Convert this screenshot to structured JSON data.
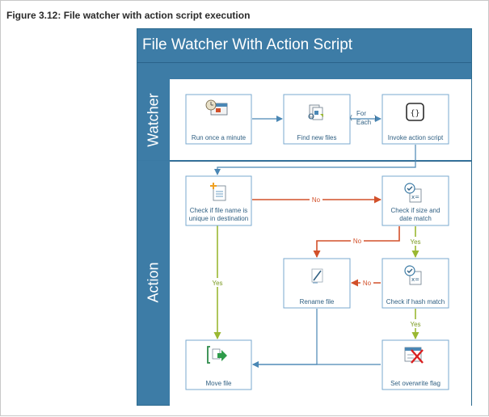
{
  "caption": "Figure 3.12: File watcher with action script execution",
  "diagram": {
    "title": "File Watcher With Action Script",
    "lanes": {
      "watcher": "Watcher",
      "action": "Action"
    },
    "nodes": {
      "run_once": "Run once a minute",
      "find_new": "Find new files",
      "invoke": "Invoke action script",
      "check_unique_1": "Check if file name is",
      "check_unique_2": "unique in destination",
      "check_size_1": "Check if size and",
      "check_size_2": "date match",
      "rename": "Rename file",
      "check_hash": "Check if hash match",
      "move": "Move file",
      "overwrite": "Set overwrite flag"
    },
    "edge_labels": {
      "for_each_1": "For",
      "for_each_2": "Each",
      "no_1": "No",
      "no_2": "No",
      "no_3": "No",
      "yes_1": "Yes",
      "yes_2": "Yes",
      "yes_3": "Yes"
    },
    "colors": {
      "accent": "#3d7ca6",
      "no_edge": "#d2502a",
      "yes_edge": "#9ab832",
      "flow_edge": "#4a87b5",
      "node_border": "#7aaacf"
    }
  }
}
